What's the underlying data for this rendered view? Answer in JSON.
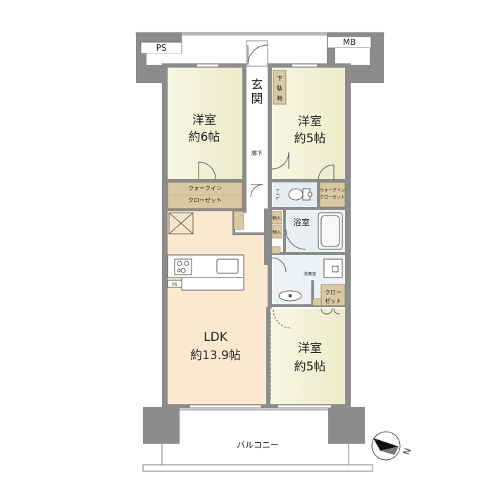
{
  "rooms": {
    "bedroom_1": {
      "name": "洋室",
      "size": "約6帖"
    },
    "bedroom_2": {
      "name": "洋室",
      "size": "約5帖"
    },
    "bedroom_3": {
      "name": "洋室",
      "size": "約5帖"
    },
    "ldk": {
      "name": "LDK",
      "size": "約13.9帖"
    }
  },
  "labels": {
    "ps_top": "PS",
    "ps_small": "PS",
    "mb": "MB",
    "entrance_1": "玄",
    "entrance_2": "関",
    "shoe_box_1": "下",
    "shoe_box_2": "駄",
    "shoe_box_3": "箱",
    "hallway": "廊下",
    "wic_left_1": "ウォークイン",
    "wic_left_2": "クローゼット",
    "wic_right_1": "ウォークイン",
    "wic_right_2": "クローゼット",
    "toilet": "トイレ",
    "bath": "浴室",
    "washroom": "洗面室",
    "closet_1": "クロー",
    "closet_2": "ゼット",
    "storage_a": "物入",
    "storage_b": "物入",
    "balcony": "バルコニー",
    "north": "N"
  },
  "colors": {
    "wall": "#8c8c8c",
    "bedroom_floor": "#f4f3dc",
    "ldk_floor": "#fbe9cf",
    "storage": "#d9c9a3",
    "wet_area": "#e9eef1",
    "hall": "#ffffff"
  }
}
